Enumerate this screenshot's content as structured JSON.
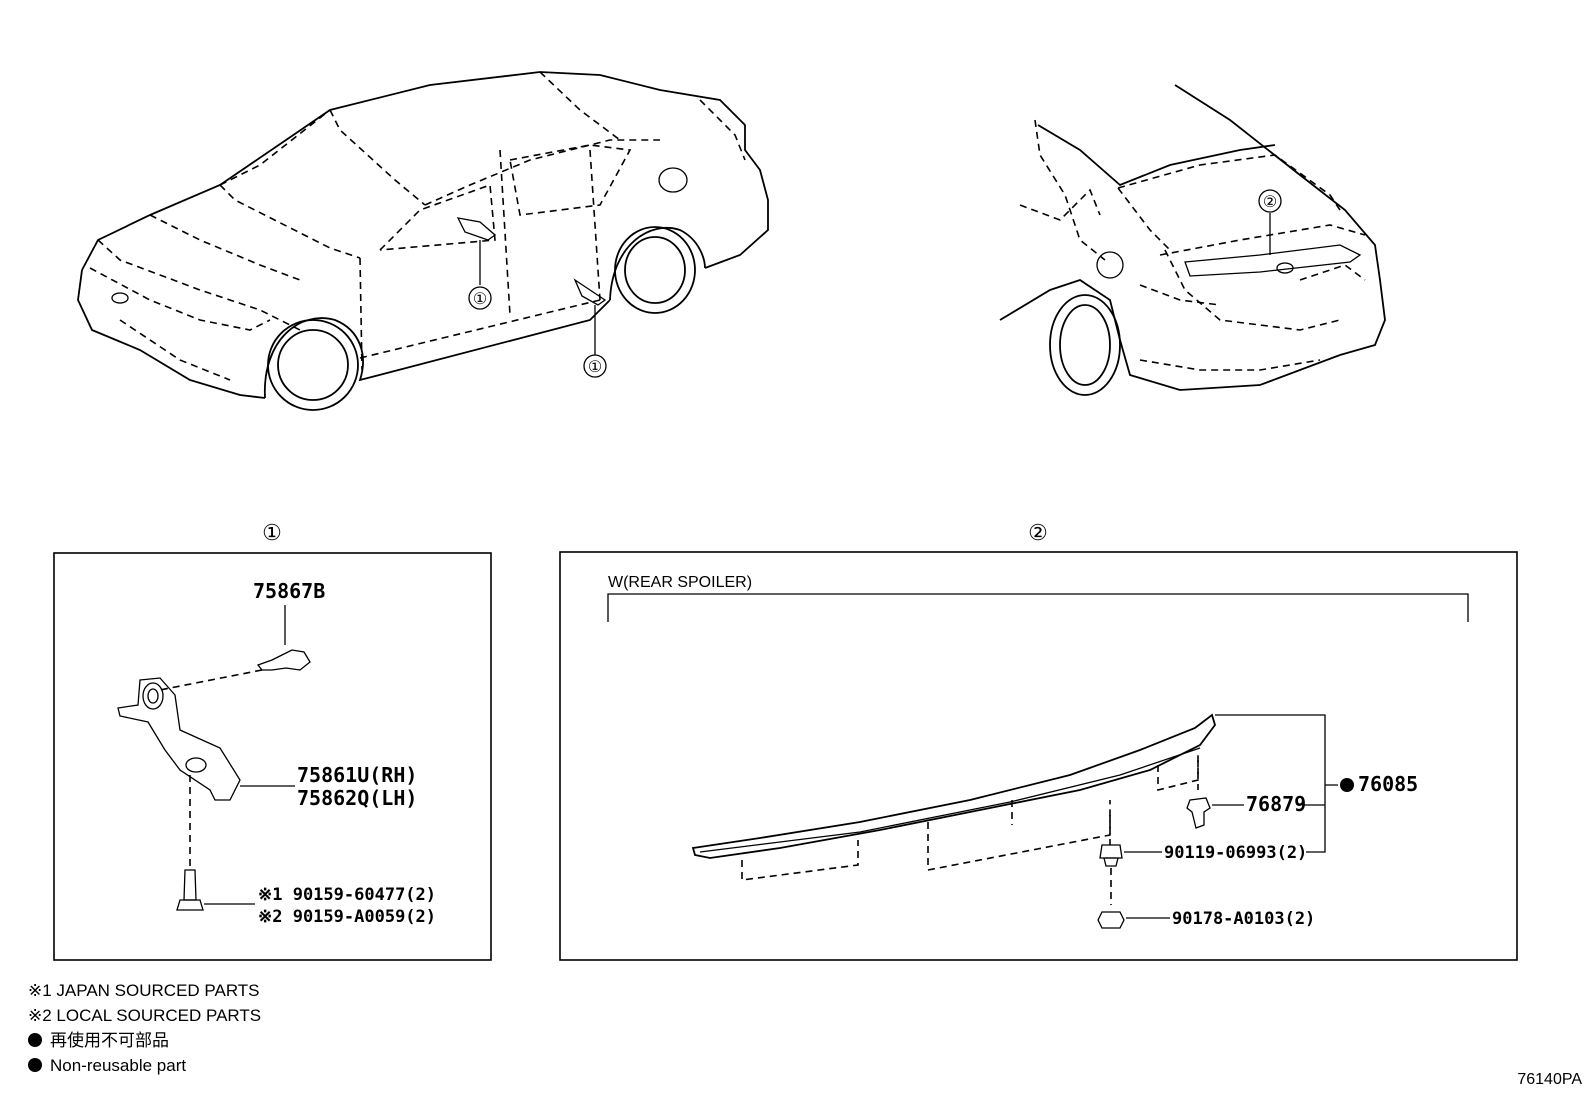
{
  "callouts": {
    "detail_1": "①",
    "detail_2": "②"
  },
  "detail_1": {
    "clip_part": "75867B",
    "bracket_part_rh": "75861U(RH)",
    "bracket_part_lh": "75862Q(LH)",
    "screw_part_1": "※1 90159-60477(2)",
    "screw_part_2": "※2 90159-A0059(2)"
  },
  "detail_2": {
    "variant_label": "W(REAR SPOILER)",
    "spoiler_assembly": "76085",
    "clip_part": "76879",
    "grommet_part": "90119-06993(2)",
    "nut_part": "90178-A0103(2)"
  },
  "legend": {
    "note_1": "※1  JAPAN SOURCED PARTS",
    "note_2": "※2  LOCAL SOURCED PARTS",
    "non_reusable_jp": "再使用不可部品",
    "non_reusable_en": "Non-reusable part"
  },
  "diagram_code": "76140PA"
}
